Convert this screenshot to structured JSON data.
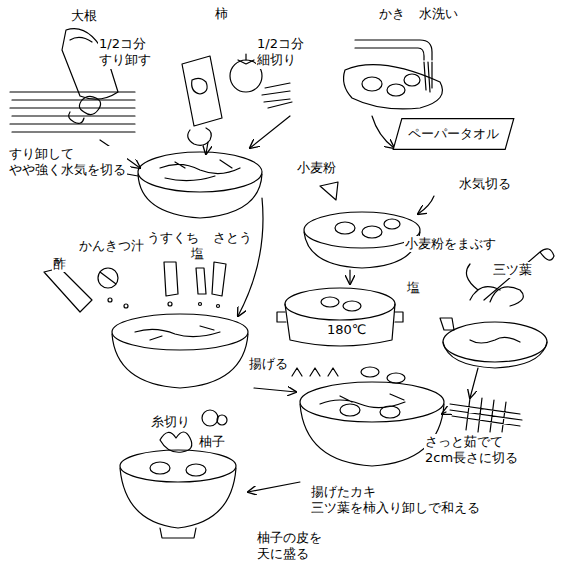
{
  "diagram": {
    "nodes": [
      {
        "text": [
          "ペーパータオル"
        ]
      }
    ],
    "labels": [
      "大根",
      "1/2コ分 すり卸す",
      "柿",
      "1/2コ分 細切り",
      "かき",
      "水洗い",
      "すり卸して やや強く水気を切る",
      "小麦粉",
      "水気切る",
      "小麦粉をまぶす",
      "塩",
      "三ツ葉",
      "酢",
      "かんきつ汁",
      "うすくち",
      "塩",
      "さとう",
      "180℃",
      "揚げる",
      "糸切り",
      "柚子",
      "さっと茹でて 2cm長さに切る",
      "揚げたカキ 三ツ葉を柿入り卸しで和える",
      "柚子の皮を 天に盛る"
    ]
  }
}
